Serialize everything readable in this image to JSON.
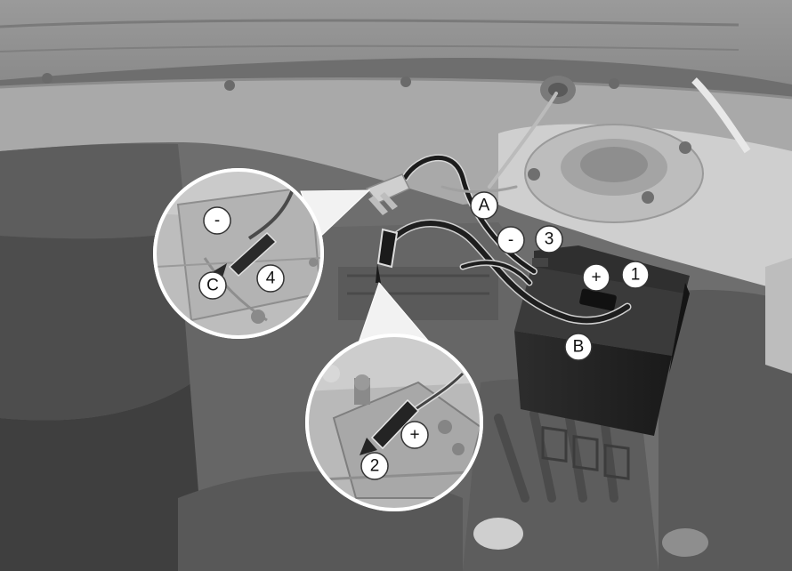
{
  "callouts": {
    "a": "A",
    "b": "B",
    "c": "C",
    "n1": "1",
    "n2": "2",
    "n3": "3",
    "n4": "4",
    "neg_engine": "-",
    "neg_battery": "-",
    "pos_battery": "+",
    "pos_terminal": "+"
  },
  "colors": {
    "cable_red_grey": "#2a2a2a",
    "clamp": "#1e1e1e",
    "battery_body": "#232323",
    "callout_fill": "#ffffff"
  }
}
